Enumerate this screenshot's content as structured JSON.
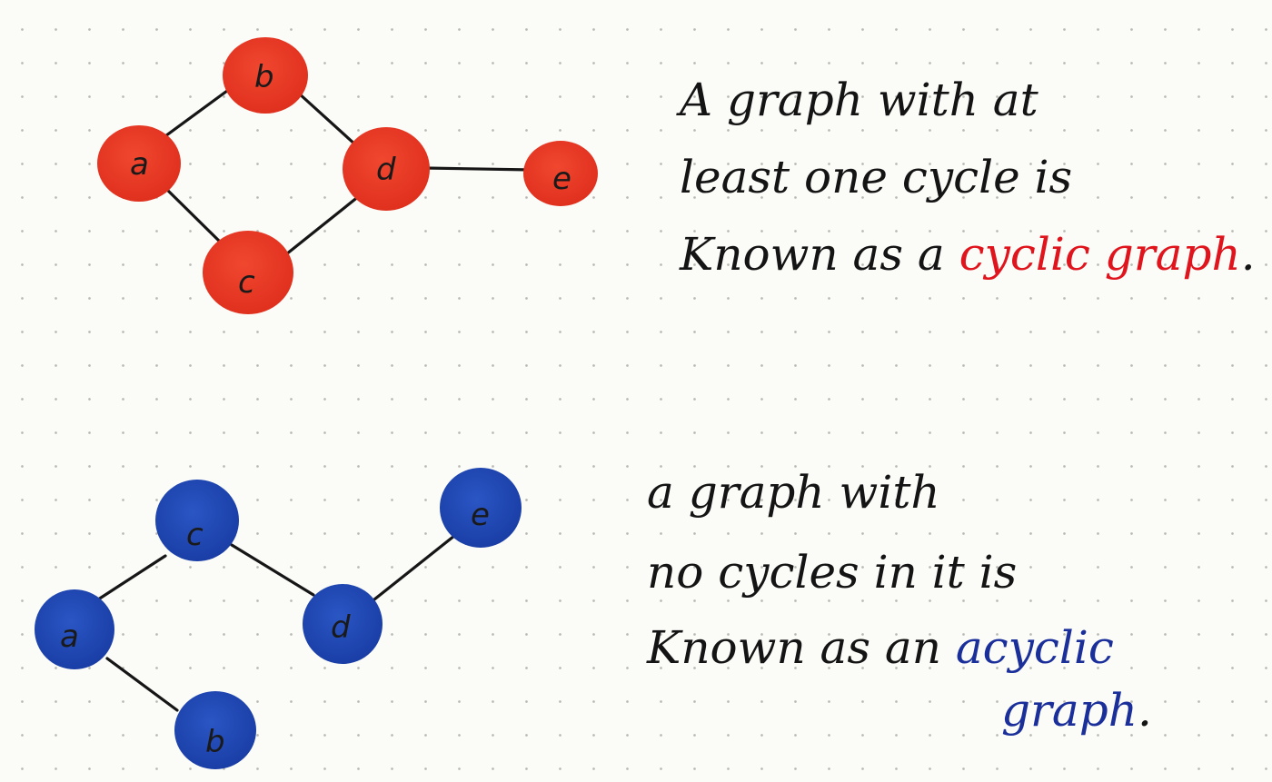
{
  "colors": {
    "cyclic": "#e63a24",
    "acyclic": "#1f48b6",
    "edge": "#161616"
  },
  "cyclic_graph": {
    "nodes": [
      {
        "id": "a",
        "label": "a"
      },
      {
        "id": "b",
        "label": "b"
      },
      {
        "id": "c",
        "label": "c"
      },
      {
        "id": "d",
        "label": "d"
      },
      {
        "id": "e",
        "label": "e"
      }
    ],
    "edges": [
      [
        "a",
        "b"
      ],
      [
        "b",
        "d"
      ],
      [
        "a",
        "c"
      ],
      [
        "c",
        "d"
      ],
      [
        "d",
        "e"
      ]
    ],
    "description": {
      "line1": "A graph with at",
      "line2": "least one cycle is",
      "line3_prefix": "Known as a",
      "highlight": "cyclic graph",
      "line3_suffix": "."
    }
  },
  "acyclic_graph": {
    "nodes": [
      {
        "id": "a",
        "label": "a"
      },
      {
        "id": "b",
        "label": "b"
      },
      {
        "id": "c",
        "label": "c"
      },
      {
        "id": "d",
        "label": "d"
      },
      {
        "id": "e",
        "label": "e"
      }
    ],
    "edges": [
      [
        "a",
        "c"
      ],
      [
        "c",
        "d"
      ],
      [
        "d",
        "e"
      ],
      [
        "a",
        "b"
      ]
    ],
    "description": {
      "line1": "a graph with",
      "line2": "no cycles in it is",
      "line3_prefix": "Known as an",
      "highlight_line1": "acyclic",
      "highlight_line2": "graph",
      "line4_suffix": "."
    }
  }
}
